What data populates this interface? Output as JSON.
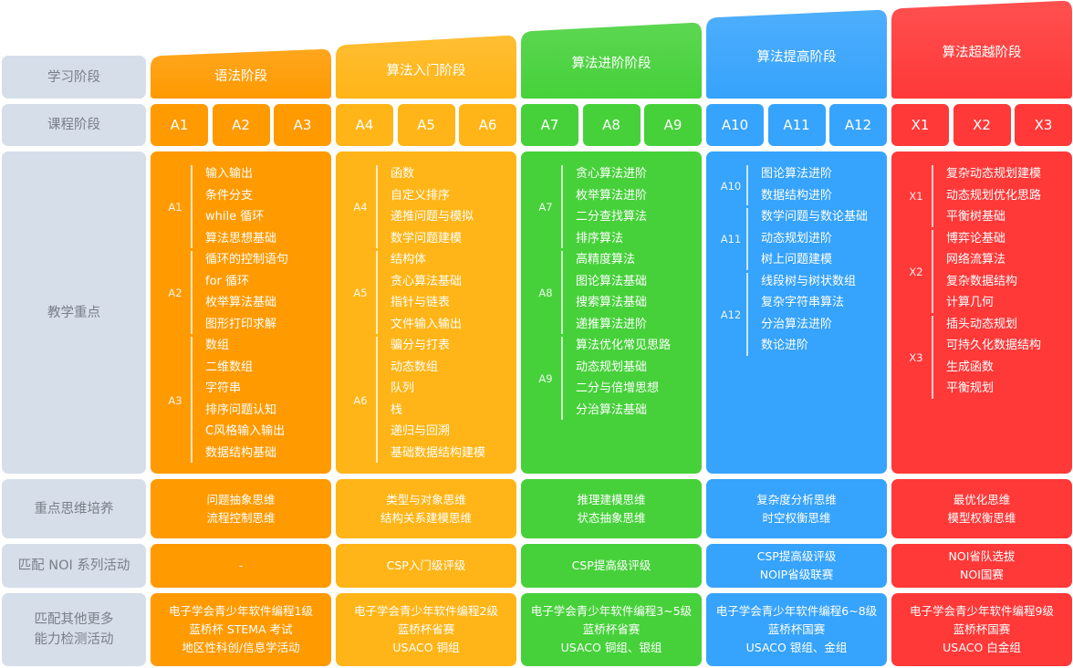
{
  "row_labels": {
    "stage": "学习阶段",
    "course": "课程阶段",
    "focus": "教学重点",
    "thinking": "重点思维培养",
    "noi": "匹配 NOI 系列活动",
    "other_line1": "匹配其他更多",
    "other_line2": "能力检测活动"
  },
  "colors": {
    "orange": "#FF9A00",
    "amber": "#FFB517",
    "green": "#46D13A",
    "blue": "#36A3FC",
    "red": "#FF3838",
    "label_bg": "#D6DEEA",
    "label_text": "#7A7F87"
  },
  "stages": [
    {
      "name": "语法阶段",
      "courses": [
        "A1",
        "A2",
        "A3"
      ],
      "groups": [
        {
          "label": "A1",
          "topics": [
            "输入输出",
            "条件分支",
            "while 循环",
            "算法思想基础"
          ]
        },
        {
          "label": "A2",
          "topics": [
            "循环的控制语句",
            "for 循环",
            "枚举算法基础",
            "图形打印求解"
          ]
        },
        {
          "label": "A3",
          "topics": [
            "数组",
            "二维数组",
            "字符串",
            "排序问题认知",
            "C风格输入输出",
            "数据结构基础"
          ]
        }
      ],
      "thinking": [
        "问题抽象思维",
        "流程控制思维"
      ],
      "noi": [
        "-"
      ],
      "other": [
        "电子学会青少年软件编程1级",
        "蓝桥杯 STEMA 考试",
        "地区性科创/信息学活动"
      ]
    },
    {
      "name": "算法入门阶段",
      "courses": [
        "A4",
        "A5",
        "A6"
      ],
      "groups": [
        {
          "label": "A4",
          "topics": [
            "函数",
            "自定义排序",
            "递推问题与模拟",
            "数学问题建模"
          ]
        },
        {
          "label": "A5",
          "topics": [
            "结构体",
            "贪心算法基础",
            "指针与链表",
            "文件输入输出"
          ]
        },
        {
          "label": "A6",
          "topics": [
            "骗分与打表",
            "动态数组",
            "队列",
            "栈",
            "递归与回溯",
            "基础数据结构建模"
          ]
        }
      ],
      "thinking": [
        "类型与对象思维",
        "结构关系建模思维"
      ],
      "noi": [
        "CSP入门级评级"
      ],
      "other": [
        "电子学会青少年软件编程2级",
        "蓝桥杯省赛",
        "USACO 铜组"
      ]
    },
    {
      "name": "算法进阶阶段",
      "courses": [
        "A7",
        "A8",
        "A9"
      ],
      "groups": [
        {
          "label": "A7",
          "topics": [
            "贪心算法进阶",
            "枚举算法进阶",
            "二分查找算法",
            "排序算法"
          ]
        },
        {
          "label": "A8",
          "topics": [
            "高精度算法",
            "图论算法基础",
            "搜索算法基础",
            "递推算法进阶"
          ]
        },
        {
          "label": "A9",
          "topics": [
            "算法优化常见思路",
            "动态规划基础",
            "二分与倍增思想",
            "分治算法基础"
          ]
        }
      ],
      "thinking": [
        "推理建模思维",
        "状态抽象思维"
      ],
      "noi": [
        "CSP提高级评级"
      ],
      "other": [
        "电子学会青少年软件编程3~5级",
        "蓝桥杯省赛",
        "USACO 铜组、银组"
      ]
    },
    {
      "name": "算法提高阶段",
      "courses": [
        "A10",
        "A11",
        "A12"
      ],
      "groups": [
        {
          "label": "A10",
          "topics": [
            "图论算法进阶",
            "数据结构进阶"
          ]
        },
        {
          "label": "A11",
          "topics": [
            "数学问题与数论基础",
            "动态规划进阶",
            "树上问题建模"
          ]
        },
        {
          "label": "A12",
          "topics": [
            "线段树与树状数组",
            "复杂字符串算法",
            "分治算法进阶",
            "数论进阶"
          ]
        }
      ],
      "thinking": [
        "复杂度分析思维",
        "时空权衡思维"
      ],
      "noi": [
        "CSP提高级评级",
        "NOIP省级联赛"
      ],
      "other": [
        "电子学会青少年软件编程6~8级",
        "蓝桥杯国赛",
        "USACO 银组、金组"
      ]
    },
    {
      "name": "算法超越阶段",
      "courses": [
        "X1",
        "X2",
        "X3"
      ],
      "groups": [
        {
          "label": "X1",
          "topics": [
            "复杂动态规划建模",
            "动态规划优化思路",
            "平衡树基础"
          ]
        },
        {
          "label": "X2",
          "topics": [
            "博弈论基础",
            "网络流算法",
            "复杂数据结构",
            "计算几何"
          ]
        },
        {
          "label": "X3",
          "topics": [
            "插头动态规划",
            "可持久化数据结构",
            "生成函数",
            "平衡规划"
          ]
        }
      ],
      "thinking": [
        "最优化思维",
        "模型权衡思维"
      ],
      "noi": [
        "NOI省队选拔",
        "NOI国赛"
      ],
      "other": [
        "电子学会青少年软件编程9级",
        "蓝桥杯国赛",
        "USACO 白金组"
      ]
    }
  ]
}
